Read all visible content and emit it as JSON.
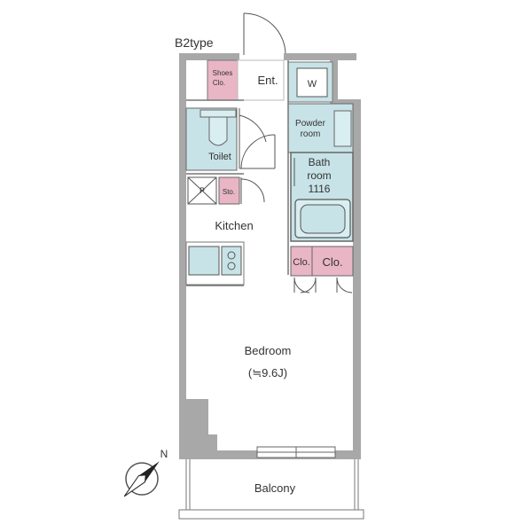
{
  "plan": {
    "type_label": "B2type",
    "rooms": {
      "shoes_closet": [
        "Shoes",
        "Clo."
      ],
      "entrance": "Ent.",
      "washer": "W",
      "toilet": "Toilet",
      "powder_room": [
        "Powder",
        "room"
      ],
      "bathroom": [
        "Bath",
        "room",
        "1116"
      ],
      "pipe_space": "P",
      "storage": "Sto.",
      "kitchen": "Kitchen",
      "closet_small": "Clo.",
      "closet_large": "Clo.",
      "bedroom": "Bedroom",
      "bedroom_size": "(≒9.6J)",
      "balcony": "Balcony"
    },
    "compass_label": "N",
    "colors": {
      "wall": "#a8a8a8",
      "wet_area": "#c8e3e7",
      "closet": "#e9b6c6",
      "fixture_fill": "#d9eef1",
      "line": "#555555"
    }
  }
}
